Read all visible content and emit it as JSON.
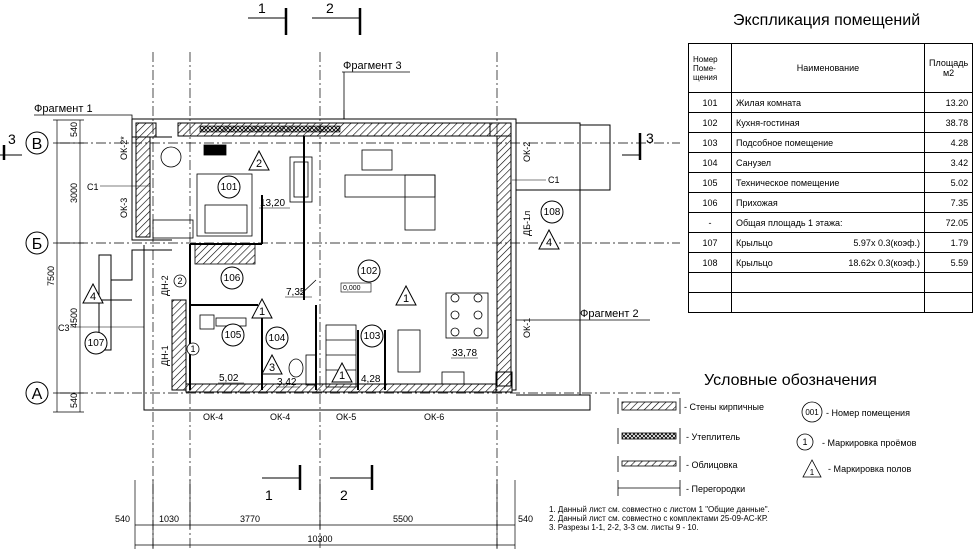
{
  "explication": {
    "title": "Экспликация помещений",
    "headers": {
      "num": "Номер\nПоме-\nщения",
      "name": "Наименование",
      "area": "Площадь\nм2"
    },
    "rows": [
      {
        "num": "101",
        "name": "Жилая комната",
        "coef": "",
        "area": "13.20"
      },
      {
        "num": "102",
        "name": "Кухня-гостиная",
        "coef": "",
        "area": "38.78"
      },
      {
        "num": "103",
        "name": "Подсобное помещение",
        "coef": "",
        "area": "4.28"
      },
      {
        "num": "104",
        "name": "Санузел",
        "coef": "",
        "area": "3.42"
      },
      {
        "num": "105",
        "name": "Техническое помещение",
        "coef": "",
        "area": "5.02"
      },
      {
        "num": "106",
        "name": "Прихожая",
        "coef": "",
        "area": "7.35"
      },
      {
        "num": "-",
        "name": "Общая площадь 1 этажа:",
        "coef": "",
        "area": "72.05"
      },
      {
        "num": "107",
        "name": "Крыльцо",
        "coef": "5.97х 0.3(коэф.)",
        "area": "1.79"
      },
      {
        "num": "108",
        "name": "Крыльцо",
        "coef": "18.62х 0.3(коэф.)",
        "area": "5.59"
      },
      {
        "num": "",
        "name": "",
        "coef": "",
        "area": ""
      },
      {
        "num": "",
        "name": "",
        "coef": "",
        "area": ""
      }
    ]
  },
  "legend": {
    "title": "Условные обозначения",
    "brick": "- Стены кирпичные",
    "insulation": "- Утеплитель",
    "cladding": "- Облицовка",
    "partitions": "- Перегородки",
    "room_num_symbol": "001",
    "room_num": "- Номер помещения",
    "opening_symbol": "1",
    "opening": "- Маркировка проёмов",
    "floor_symbol": "1",
    "floor": "- Маркировка полов"
  },
  "notes": [
    "1. Данный лист см. совместно с листом 1 \"Общие данные\".",
    "2. Данный лист см. совместно с комплектами 25-09-АС-КР.",
    "3. Разрезы 1-1, 2-2, 3-3  см. листы 9 - 10."
  ],
  "plan": {
    "fragments": [
      "Фрагмент 1",
      "Фрагмент 2",
      "Фрагмент 3"
    ],
    "axes": [
      "В",
      "Б",
      "А"
    ],
    "sections": [
      "1",
      "2",
      "3"
    ],
    "rooms": [
      {
        "num": "101",
        "area": "13,20"
      },
      {
        "num": "102",
        "area": "33,78"
      },
      {
        "num": "103",
        "area": "4,28"
      },
      {
        "num": "104",
        "area": "3,42"
      },
      {
        "num": "105",
        "area": "5,02"
      },
      {
        "num": "106",
        "area": "7,35"
      },
      {
        "num": "107",
        "area": ""
      },
      {
        "num": "108",
        "area": ""
      }
    ],
    "level": "0,000",
    "windows": [
      "ОК-2*",
      "ОК-2",
      "ОК-3",
      "ОК-1",
      "ОК-4",
      "ОК-4",
      "ОК-5",
      "ОК-6"
    ],
    "doors": [
      "ДН-2",
      "ДН-1",
      "ДБ-1л"
    ],
    "c_labels": [
      "С1",
      "С1",
      "С3"
    ],
    "floor_marks": [
      "2",
      "4",
      "4",
      "1",
      "1",
      "3",
      "1"
    ],
    "opening_marks": [
      "2",
      "1"
    ],
    "left_dims": [
      "540",
      "3000",
      "4500",
      "540",
      "7500"
    ],
    "bottom_dims": [
      "540",
      "1030",
      "3770",
      "5500",
      "540"
    ],
    "total_dim": "10300"
  }
}
